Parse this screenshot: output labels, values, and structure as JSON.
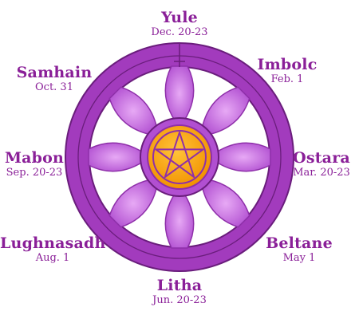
{
  "sabbats": [
    {
      "name": "Yule",
      "date": "Dec. 20-23"
    },
    {
      "name": "Imbolc",
      "date": "Feb. 1"
    },
    {
      "name": "Ostara",
      "date": "Mar. 20-23"
    },
    {
      "name": "Beltane",
      "date": "May 1"
    },
    {
      "name": "Litha",
      "date": "Jun. 20-23"
    },
    {
      "name": "Lughnasadh",
      "date": "Aug. 1"
    },
    {
      "name": "Mabon",
      "date": "Sep. 20-23"
    },
    {
      "name": "Samhain",
      "date": "Oct. 31"
    }
  ],
  "colors": {
    "rim": "#a23bbd",
    "rim_dark": "#6a1d7c",
    "spoke": "#c264e0",
    "spoke_dark": "#8e2fa9",
    "hub": "#f7a20c",
    "pentacle": "#8e2fa9",
    "text": "#8a1f98"
  },
  "icons": {
    "center": "pentacle-icon"
  }
}
